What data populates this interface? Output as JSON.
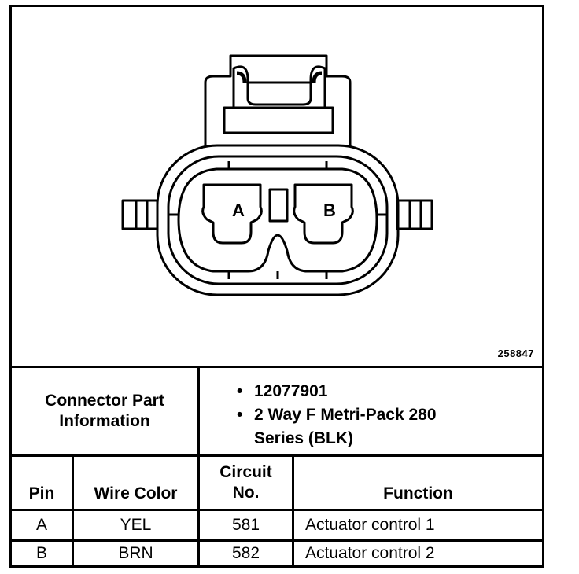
{
  "diagram": {
    "figure_id": "258847",
    "pin_labels": [
      "A",
      "B"
    ]
  },
  "connector_info": {
    "heading_line1": "Connector Part",
    "heading_line2": "Information",
    "part_number": "12077901",
    "description_line1": "2 Way F Metri-Pack 280",
    "description_line2": "Series (BLK)",
    "bullet": "•"
  },
  "table": {
    "headers": {
      "pin": "Pin",
      "wire_color": "Wire Color",
      "circuit_line1": "Circuit",
      "circuit_line2": "No.",
      "function": "Function"
    },
    "rows": [
      {
        "pin": "A",
        "wire_color": "YEL",
        "circuit": "581",
        "function": "Actuator control 1"
      },
      {
        "pin": "B",
        "wire_color": "BRN",
        "circuit": "582",
        "function": "Actuator control 2"
      }
    ]
  }
}
